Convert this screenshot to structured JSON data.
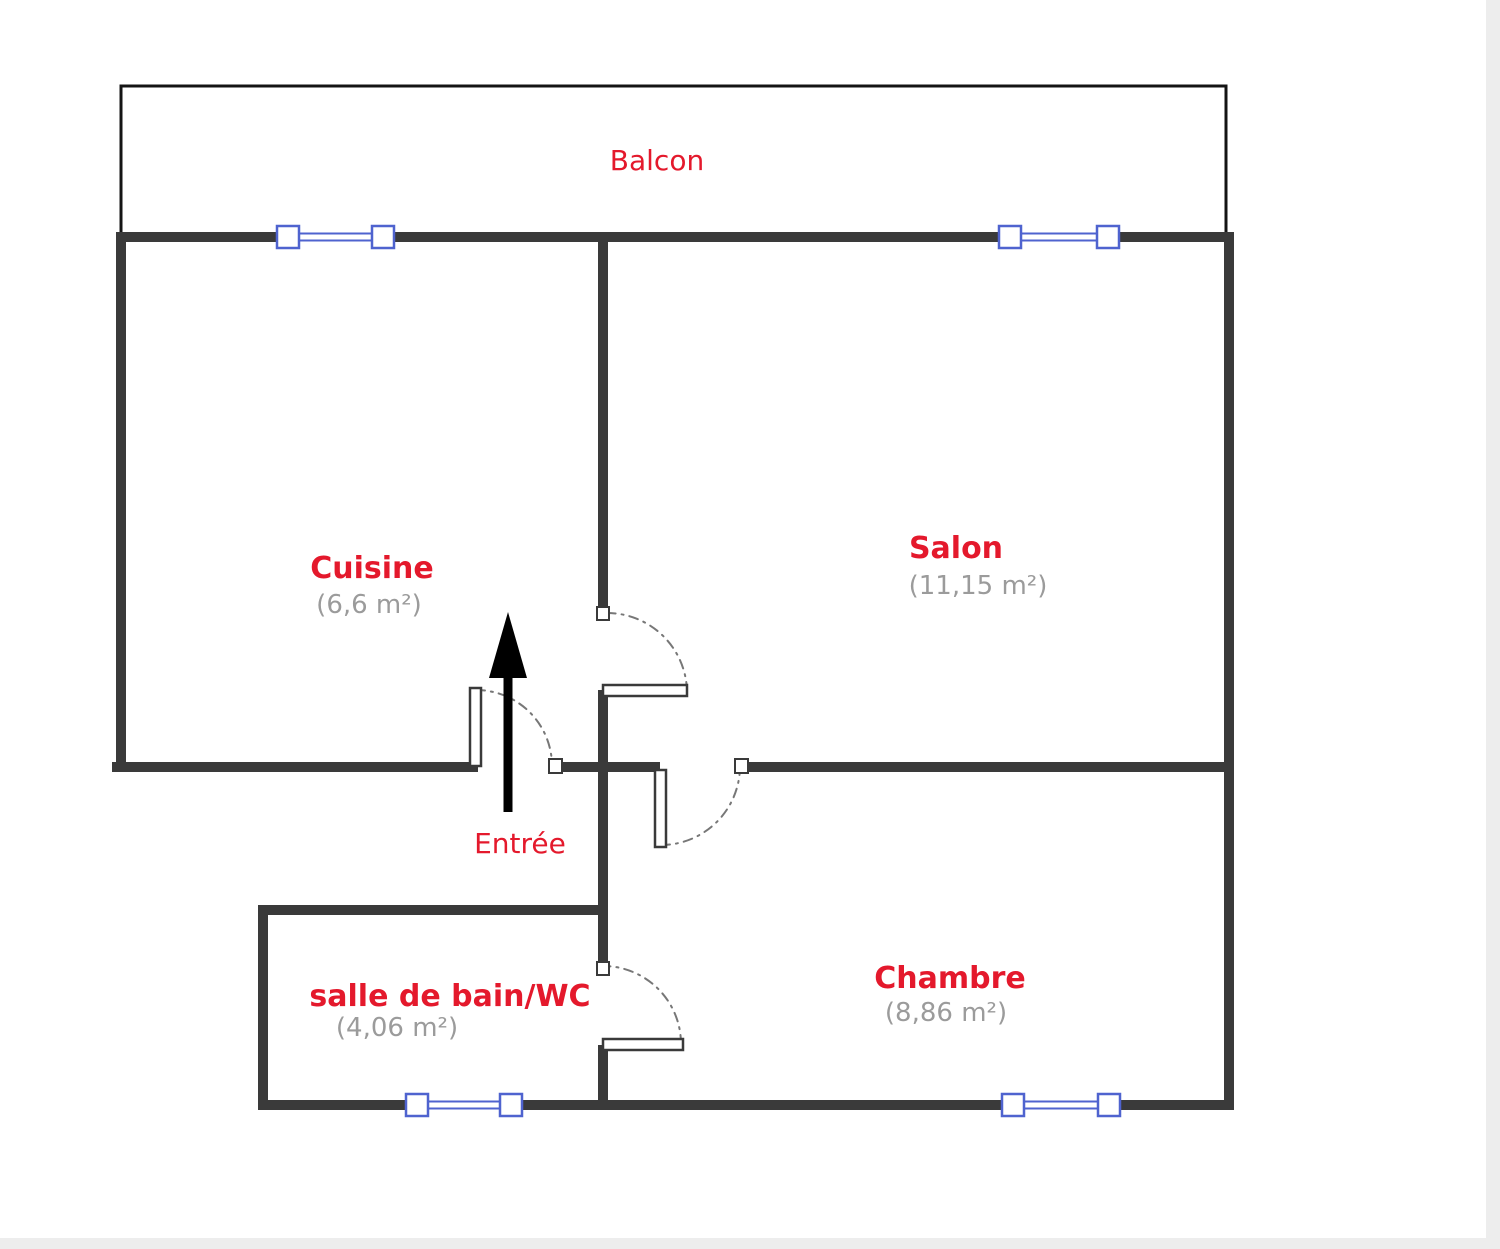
{
  "colors": {
    "label_red": "#e4192c",
    "area_gray": "#9b9b9b",
    "wall_dark": "#3a3a3a",
    "balcony_outline": "#141414",
    "window_blue": "#4f63cf",
    "door_arc_gray": "#777777",
    "arrow_black": "#000000",
    "page_edge_gray": "#ededed"
  },
  "balcony": {
    "label": "Balcon"
  },
  "entrance": {
    "label": "Entrée"
  },
  "rooms": [
    {
      "name": "Cuisine",
      "area": "(6,6 m²)"
    },
    {
      "name": "Salon",
      "area": "(11,15 m²)"
    },
    {
      "name": "salle de bain/WC",
      "area": "(4,06 m²)"
    },
    {
      "name": "Chambre",
      "area": "(8,86 m²)"
    }
  ]
}
